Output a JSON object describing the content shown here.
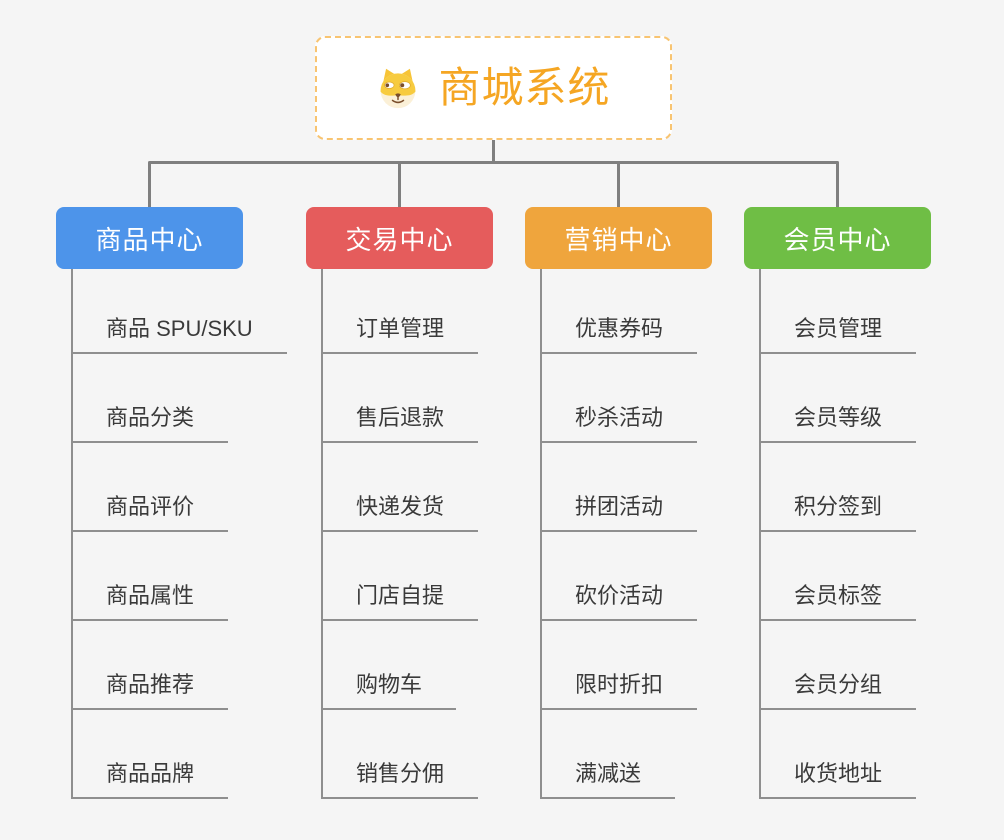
{
  "root": {
    "label": "商城系统",
    "icon": "dog-face-icon",
    "text_color": "#F5A623",
    "border_color": "#F8C471"
  },
  "branches": [
    {
      "label": "商品中心",
      "color": "#4D94EA",
      "items": [
        "商品 SPU/SKU",
        "商品分类",
        "商品评价",
        "商品属性",
        "商品推荐",
        "商品品牌"
      ]
    },
    {
      "label": "交易中心",
      "color": "#E55C5C",
      "items": [
        "订单管理",
        "售后退款",
        "快递发货",
        "门店自提",
        "购物车",
        "销售分佣"
      ]
    },
    {
      "label": "营销中心",
      "color": "#EFA53D",
      "items": [
        "优惠券码",
        "秒杀活动",
        "拼团活动",
        "砍价活动",
        "限时折扣",
        "满减送"
      ]
    },
    {
      "label": "会员中心",
      "color": "#6FBE45",
      "items": [
        "会员管理",
        "会员等级",
        "积分签到",
        "会员标签",
        "会员分组",
        "收货地址"
      ]
    }
  ],
  "colors": {
    "background": "#F5F5F5",
    "connector": "#7F7F7F",
    "leaf_line": "#8F8F8F",
    "leaf_text": "#3A3A3A",
    "node_text": "#FFFFFF"
  }
}
